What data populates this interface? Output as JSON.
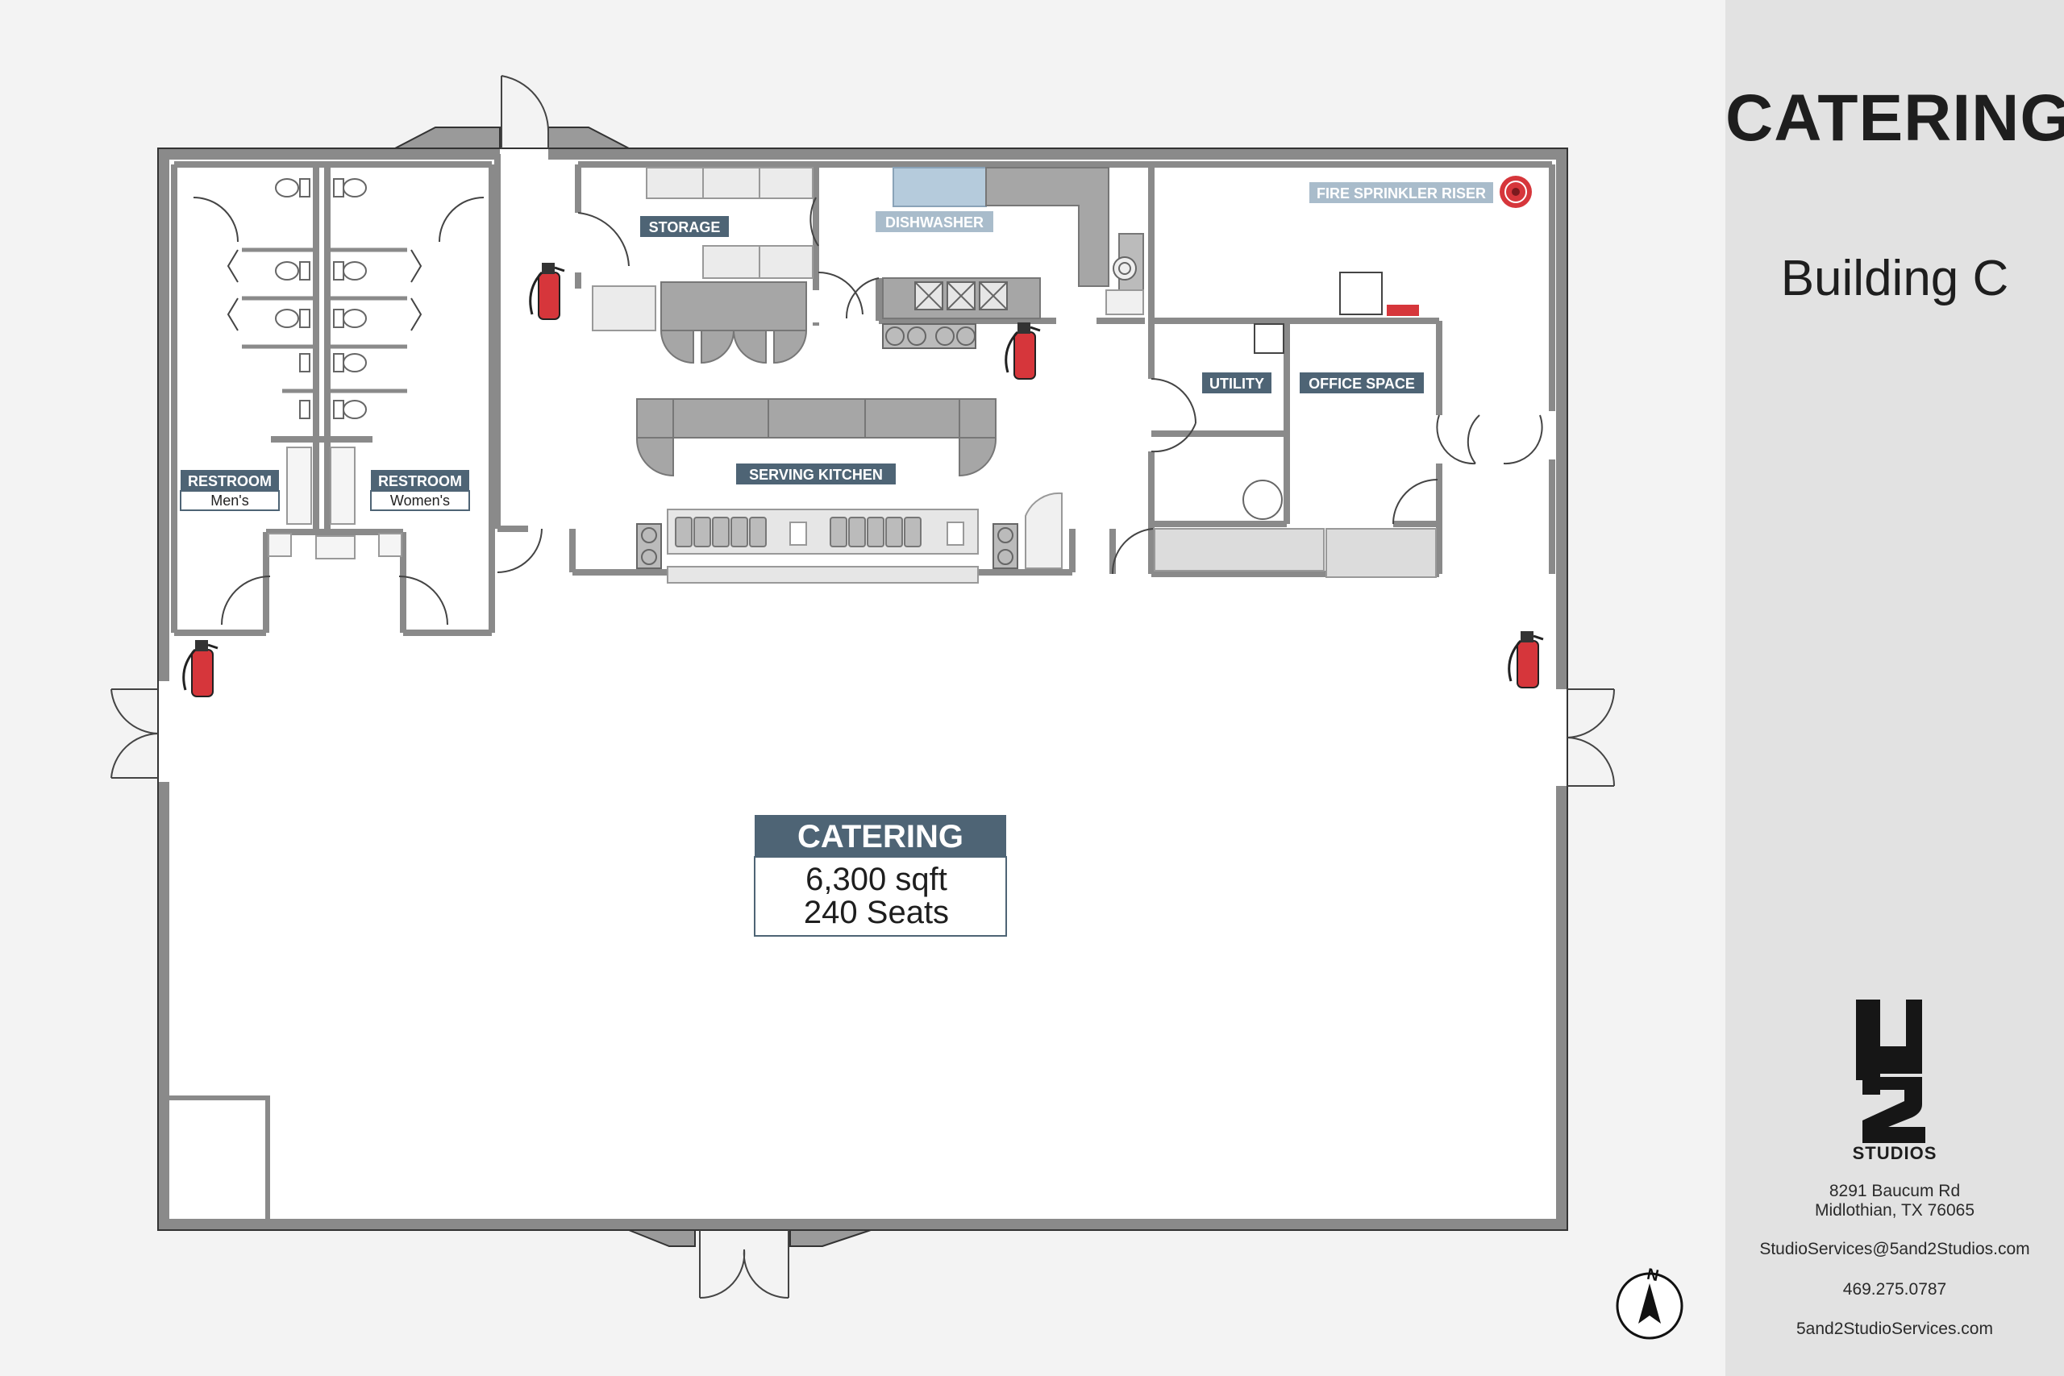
{
  "sidebar": {
    "title": "CATERING",
    "subtitle": "Building C",
    "logo_text": "STUDIOS",
    "address_line1": "8291 Baucum Rd",
    "address_line2": "Midlothian, TX 76065",
    "email": "StudioServices@5and2Studios.com",
    "phone": "469.275.0787",
    "website": "5and2StudioServices.com"
  },
  "rooms": {
    "storage": "STORAGE",
    "dishwasher": "DISHWASHER",
    "fire_riser": "FIRE SPRINKLER RISER",
    "utility": "UTILITY",
    "office": "OFFICE SPACE",
    "serving_kitchen": "SERVING KITCHEN",
    "restroom_men": "RESTROOM",
    "restroom_men_sub": "Men's",
    "restroom_women": "RESTROOM",
    "restroom_women_sub": "Women's"
  },
  "main_hall": {
    "name": "CATERING",
    "area": "6,300 sqft",
    "seats": "240 Seats"
  },
  "compass": {
    "label": "N"
  },
  "colors": {
    "wall": "#9a9a9a",
    "label_dark": "#4e6475",
    "label_light": "#a9bccb",
    "extinguisher": "#d6363b",
    "equipment": "#a6a6a6"
  }
}
